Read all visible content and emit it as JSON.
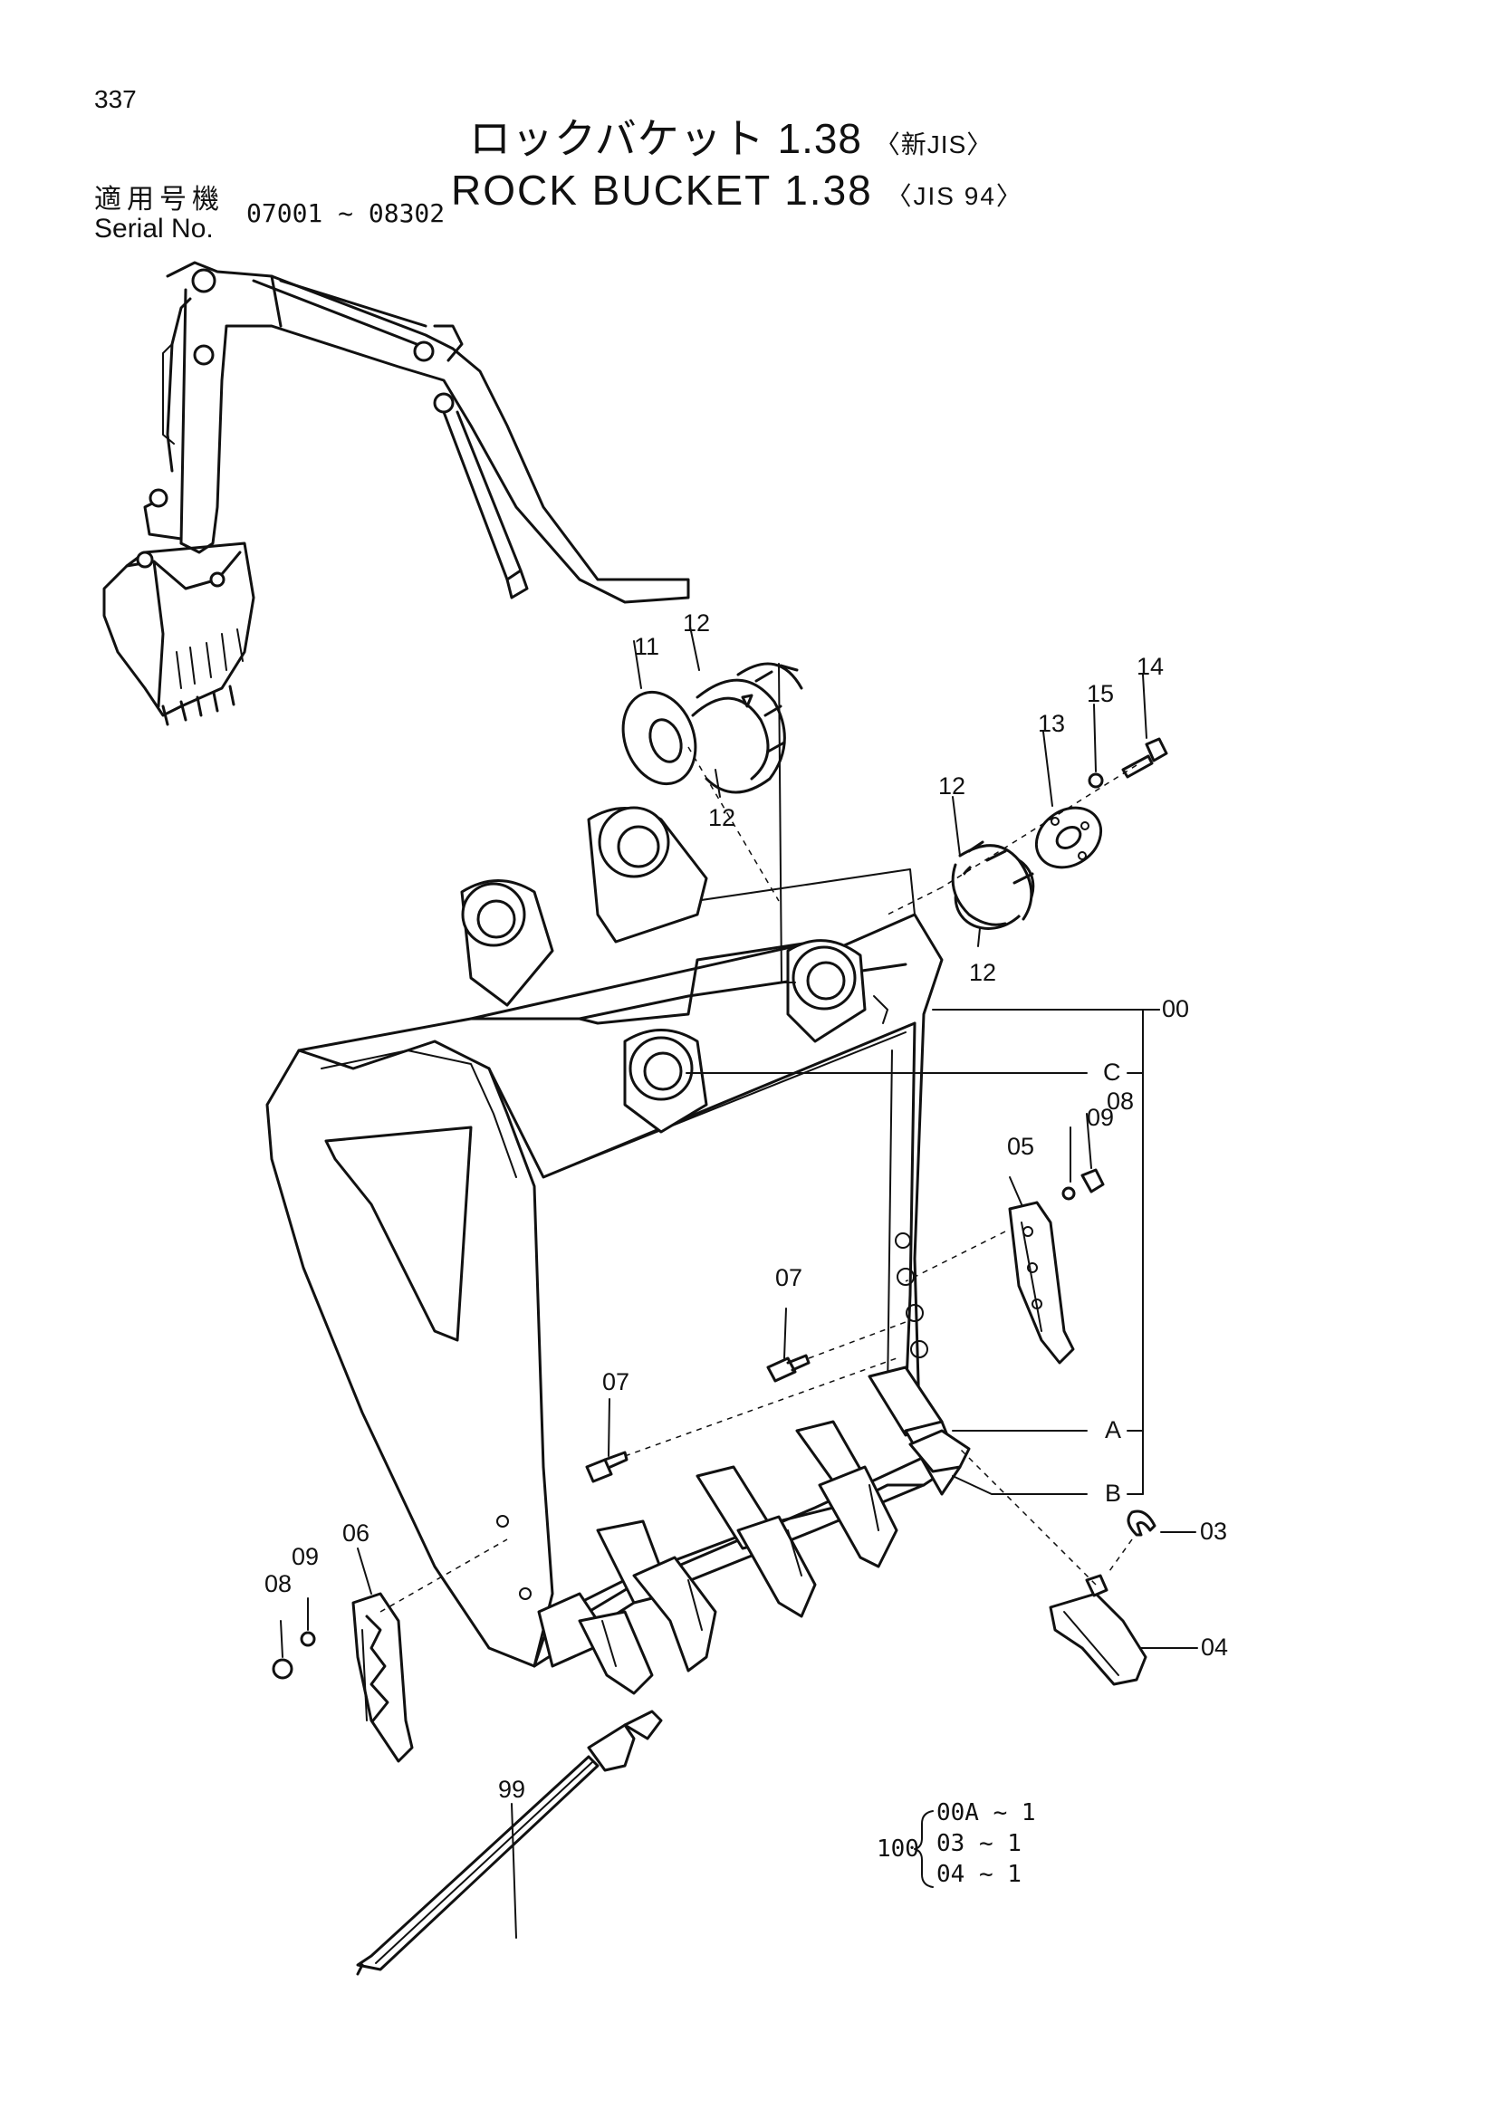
{
  "page_number": "337",
  "title": {
    "ja": "ロックバケット 1.38",
    "ja_tag": "〈新JIS〉",
    "en": "ROCK  BUCKET 1.38",
    "en_tag": "〈JIS 94〉"
  },
  "serial": {
    "label_ja": "適用号機",
    "label_en": "Serial No.",
    "range": "07001 ~ 08302"
  },
  "callouts": {
    "p00": "00",
    "pC": "C",
    "pA": "A",
    "pB": "B",
    "p03": "03",
    "p04": "04",
    "p05": "05",
    "p06": "06",
    "p07a": "07",
    "p07b": "07",
    "p08a": "08",
    "p08b": "08",
    "p09a": "09",
    "p09b": "09",
    "p11": "11",
    "p12a": "12",
    "p12b": "12",
    "p12c": "12",
    "p12d": "12",
    "p13": "13",
    "p14": "14",
    "p15": "15",
    "p99": "99"
  },
  "kit": {
    "number": "100",
    "rows": [
      "00A ~ 1",
      "03  ~ 1",
      "04  ~ 1"
    ]
  }
}
